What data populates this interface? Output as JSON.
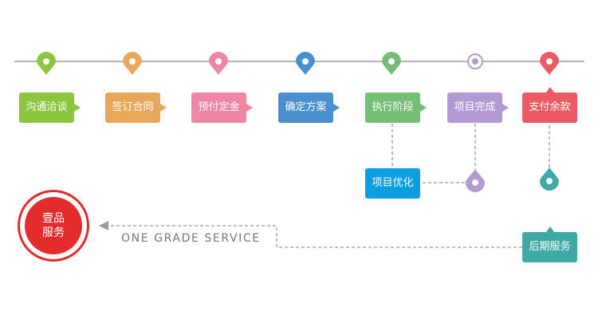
{
  "colors": {
    "line": "#b5b5b5",
    "dash": "#9a9a9a",
    "brand_red": "#e32d2d"
  },
  "steps": [
    {
      "label": "沟通洽谈",
      "color": "#8cc63f",
      "pin": "map-pin-icon"
    },
    {
      "label": "签订合同",
      "color": "#e8a85a",
      "pin": "map-pin-icon"
    },
    {
      "label": "预付定金",
      "color": "#ee87a3",
      "pin": "map-pin-icon"
    },
    {
      "label": "确定方案",
      "color": "#4a90cf",
      "pin": "map-pin-icon"
    },
    {
      "label": "执行阶段",
      "color": "#74bf75",
      "pin": "map-pin-icon"
    },
    {
      "label": "项目完成",
      "color": "#b39ad2",
      "pin": "ring-marker-icon"
    },
    {
      "label": "支付余款",
      "color": "#eb5b63",
      "pin": "map-pin-icon"
    }
  ],
  "branch": {
    "optimize": {
      "label": "项目优化",
      "color": "#0b9fe0"
    },
    "optimize_pin_color": "#b39ad2",
    "after_pin_color": "#3fa9a5",
    "after": {
      "label": "后期服务",
      "color": "#3fa9a5"
    }
  },
  "brand": {
    "line1": "壹品",
    "line2": "服务",
    "tagline": "ONE GRADE SERVICE"
  }
}
